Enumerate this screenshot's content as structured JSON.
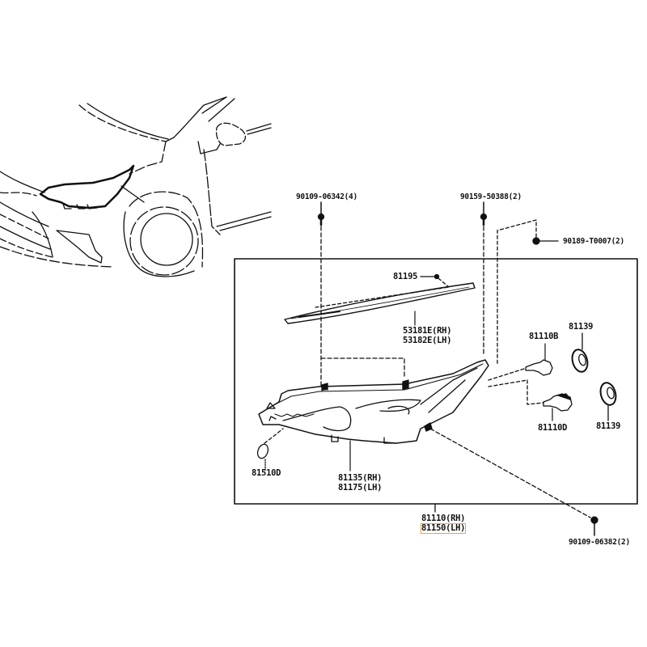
{
  "diagram": {
    "title": "Headlamp assembly parts diagram",
    "highlight_color": "#f0a23a",
    "labels": {
      "bolt_left": "90109-06342(4)",
      "bolt_mid": "90159-50388(2)",
      "clip_right": "90189-T0007(2)",
      "clip_81195": "81195",
      "garnish_rh": "53181E(RH)",
      "garnish_lh": "53182E(LH)",
      "bulb_upper": "81110B",
      "cap_upper": "81139",
      "bulb_lower": "81110D",
      "cap_lower": "81139",
      "bulb_side": "81510D",
      "housing_rh": "81135(RH)",
      "housing_lh": "81175(LH)",
      "assembly_rh": "81110(RH)",
      "assembly_lh": "81150(LH)",
      "bolt_bottom": "90109-06382(2)"
    }
  }
}
